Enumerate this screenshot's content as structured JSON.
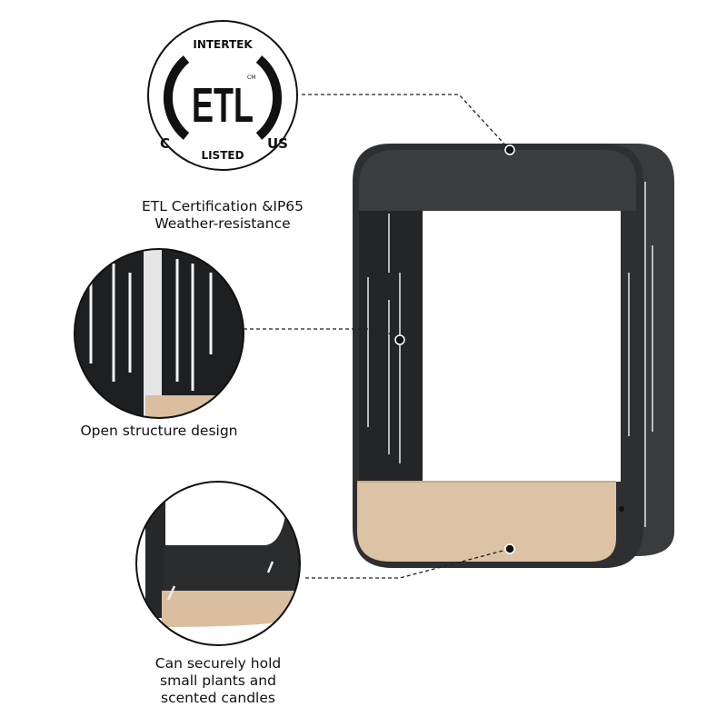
{
  "features": [
    {
      "caption_lines": [
        "ETL Certification &IP65",
        "Weather-resistance"
      ]
    },
    {
      "caption_lines": [
        "Open structure design"
      ]
    },
    {
      "caption_lines": [
        "Can securely hold",
        "small plants and",
        "scented candles"
      ]
    }
  ],
  "logo": {
    "top": "INTERTEK",
    "mark": "ETL",
    "cm": "CM",
    "left": "C",
    "right": "US",
    "bottom": "LISTED"
  },
  "colors": {
    "frame": "#2e2f30",
    "wood": "#dcc3a6",
    "line": "#222222"
  }
}
